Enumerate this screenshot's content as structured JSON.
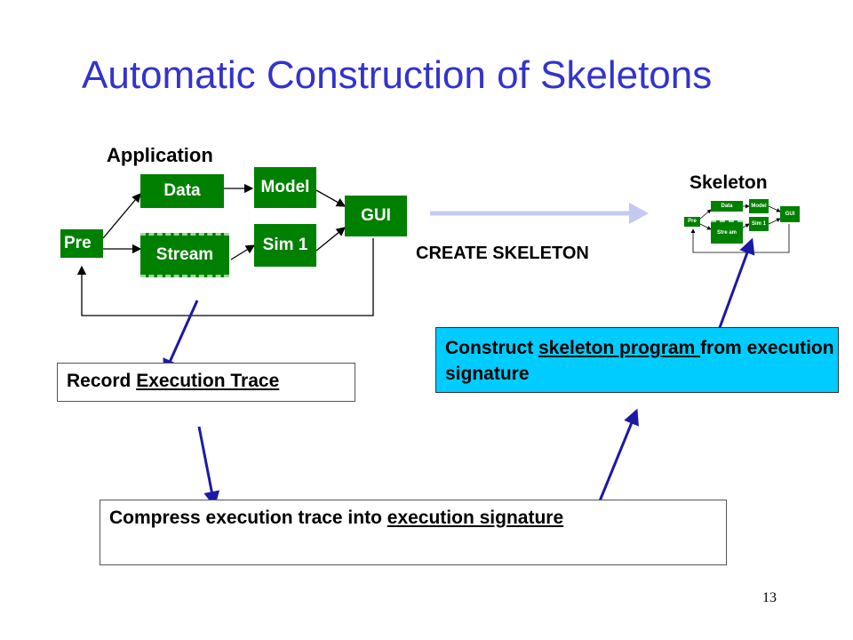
{
  "slide": {
    "title": "Automatic Construction of Skeletons",
    "page_number": "13"
  },
  "application": {
    "label": "Application",
    "nodes": {
      "pre": "Pre",
      "data": "Data",
      "stream": "Stream",
      "model": "Model",
      "sim": "Sim 1",
      "gui": "GUI"
    }
  },
  "create_label": "CREATE SKELETON",
  "skeleton": {
    "label": "Skeleton",
    "nodes": {
      "pre": "Pre",
      "data": "Data",
      "stream": "Stre am",
      "model": "Model",
      "sim": "Sim 1",
      "gui": "GUI"
    }
  },
  "record_box": {
    "prefix": "Record ",
    "underlined": "Execution Trace"
  },
  "construct_box": {
    "prefix": "Construct ",
    "underlined": "skeleton program ",
    "suffix": "from execution signature"
  },
  "compress_box": {
    "prefix": "Compress execution trace into ",
    "underlined": "execution signature"
  },
  "colors": {
    "title": "#3333cc",
    "node": "#008000",
    "callout": "#00ccff",
    "arrow": "#1a1aa6",
    "big_arrow": "#c5c8f0"
  }
}
